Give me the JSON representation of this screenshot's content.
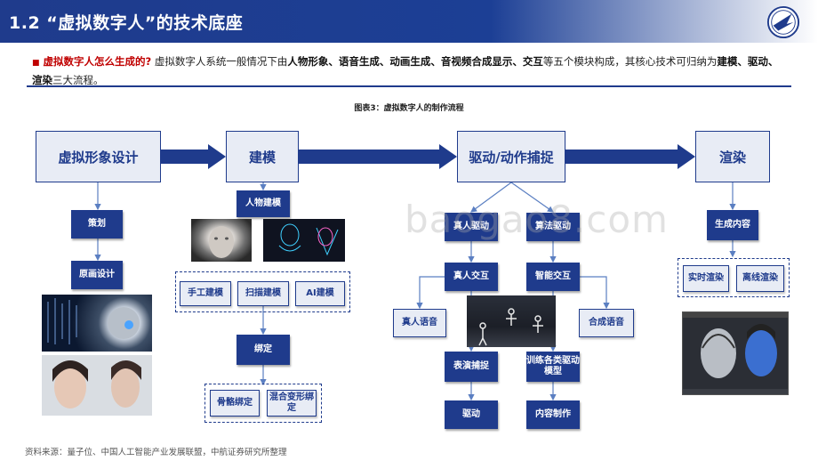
{
  "header": {
    "title": "1.2 “虚拟数字人”的技术底座"
  },
  "intro": {
    "question": "虚拟数字人怎么生成的?",
    "text1": "虚拟数字人系统一般情况下由",
    "modules": "人物形象、语音生成、动画生成、音视频合成显示、交互",
    "text2": "等五个模块构成，其核心技术可归纳为",
    "core": "建模、驱动、",
    "core2": "渲染",
    "text3": "三大流程。"
  },
  "figure_title": "图表3：虚拟数字人的制作流程",
  "stages": {
    "design": "虚拟形象设计",
    "modeling": "建模",
    "driving": "驱动/动作捕捉",
    "rendering": "渲染"
  },
  "design_branch": {
    "plan": "策划",
    "draft": "原画设计"
  },
  "modeling_branch": {
    "person": "人物建模",
    "manual": "手工建模",
    "scan": "扫描建模",
    "ai": "AI建模",
    "bind": "绑定",
    "bone": "骨骼绑定",
    "blend": "混合变形绑定"
  },
  "driving_branch": {
    "real_drive": "真人驱动",
    "algo_drive": "算法驱动",
    "real_interact": "真人交互",
    "smart_interact": "智能交互",
    "real_voice": "真人语音",
    "synth_voice": "合成语音",
    "performance": "表演捕捉",
    "train": "训练各类驱动模型",
    "drive": "驱动",
    "content": "内容制作"
  },
  "render_branch": {
    "gen": "生成内容",
    "realtime": "实时渲染",
    "offline": "离线渲染"
  },
  "watermark": "baogao8.com",
  "source": "资料来源：量子位、中国人工智能产业发展联盟，中航证券研究所整理",
  "colors": {
    "primary": "#1f3b8c",
    "accent": "#c00000",
    "light_box": "#e8ecf5"
  }
}
